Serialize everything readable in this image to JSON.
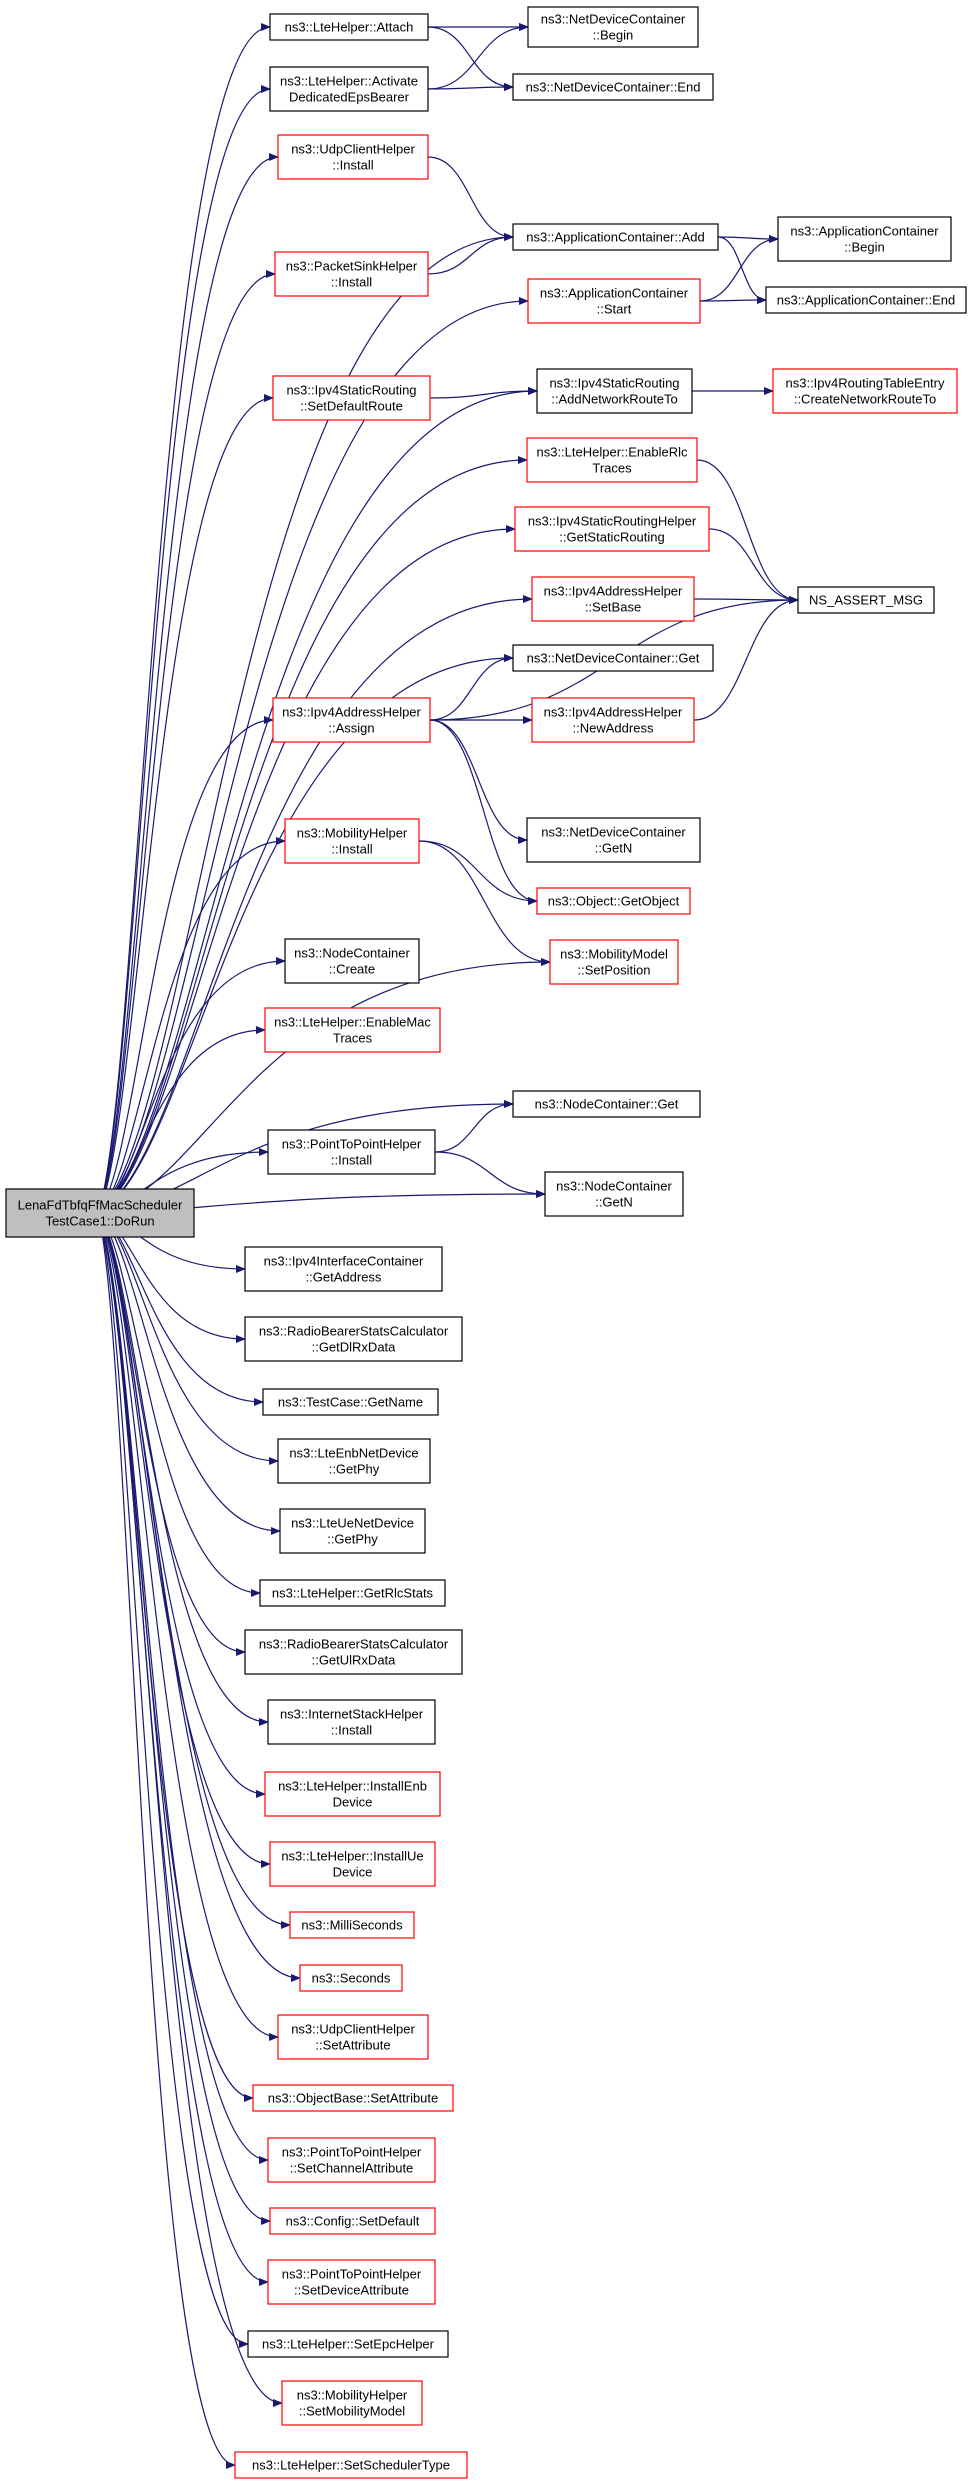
{
  "colors": {
    "edge": "#191970",
    "link_border": "#000000",
    "undoc_border": "#ff0000",
    "root_fill": "#bfbfbf"
  },
  "root": {
    "id": "root",
    "lines": [
      "LenaFdTbfqFfMacScheduler",
      "TestCase1::DoRun"
    ]
  },
  "nodes": [
    {
      "id": "lte_attach",
      "lines": [
        "ns3::LteHelper::Attach"
      ],
      "red": false
    },
    {
      "id": "ndc_begin",
      "lines": [
        "ns3::NetDeviceContainer",
        "::Begin"
      ],
      "red": false
    },
    {
      "id": "ndc_end",
      "lines": [
        "ns3::NetDeviceContainer::End"
      ],
      "red": false
    },
    {
      "id": "lte_activate",
      "lines": [
        "ns3::LteHelper::Activate",
        "DedicatedEpsBearer"
      ],
      "red": false
    },
    {
      "id": "udp_install",
      "lines": [
        "ns3::UdpClientHelper",
        "::Install"
      ],
      "red": true
    },
    {
      "id": "ac_add",
      "lines": [
        "ns3::ApplicationContainer::Add"
      ],
      "red": false
    },
    {
      "id": "ac_begin",
      "lines": [
        "ns3::ApplicationContainer",
        "::Begin"
      ],
      "red": false
    },
    {
      "id": "ps_install",
      "lines": [
        "ns3::PacketSinkHelper",
        "::Install"
      ],
      "red": true
    },
    {
      "id": "ac_start",
      "lines": [
        "ns3::ApplicationContainer",
        "::Start"
      ],
      "red": true
    },
    {
      "id": "ac_end",
      "lines": [
        "ns3::ApplicationContainer::End"
      ],
      "red": false
    },
    {
      "id": "ipv4sr_sdr",
      "lines": [
        "ns3::Ipv4StaticRouting",
        "::SetDefaultRoute"
      ],
      "red": true
    },
    {
      "id": "ipv4sr_anrt",
      "lines": [
        "ns3::Ipv4StaticRouting",
        "::AddNetworkRouteTo"
      ],
      "red": false
    },
    {
      "id": "ipv4rte",
      "lines": [
        "ns3::Ipv4RoutingTableEntry",
        "::CreateNetworkRouteTo"
      ],
      "red": true
    },
    {
      "id": "lte_erlc",
      "lines": [
        "ns3::LteHelper::EnableRlc",
        "Traces"
      ],
      "red": true
    },
    {
      "id": "ipv4srh_gsr",
      "lines": [
        "ns3::Ipv4StaticRoutingHelper",
        "::GetStaticRouting"
      ],
      "red": true
    },
    {
      "id": "ipv4ah_setbase",
      "lines": [
        "ns3::Ipv4AddressHelper",
        "::SetBase"
      ],
      "red": true
    },
    {
      "id": "ns_assert",
      "lines": [
        "NS_ASSERT_MSG"
      ],
      "red": false
    },
    {
      "id": "ndc_get",
      "lines": [
        "ns3::NetDeviceContainer::Get"
      ],
      "red": false
    },
    {
      "id": "ipv4ah_assign",
      "lines": [
        "ns3::Ipv4AddressHelper",
        "::Assign"
      ],
      "red": true
    },
    {
      "id": "ipv4ah_newaddr",
      "lines": [
        "ns3::Ipv4AddressHelper",
        "::NewAddress"
      ],
      "red": true
    },
    {
      "id": "ndc_getn",
      "lines": [
        "ns3::NetDeviceContainer",
        "::GetN"
      ],
      "red": false
    },
    {
      "id": "mob_install",
      "lines": [
        "ns3::MobilityHelper",
        "::Install"
      ],
      "red": true
    },
    {
      "id": "obj_getobject",
      "lines": [
        "ns3::Object::GetObject"
      ],
      "red": true
    },
    {
      "id": "mm_setpos",
      "lines": [
        "ns3::MobilityModel",
        "::SetPosition"
      ],
      "red": true
    },
    {
      "id": "nc_create",
      "lines": [
        "ns3::NodeContainer",
        "::Create"
      ],
      "red": false
    },
    {
      "id": "lte_emac",
      "lines": [
        "ns3::LteHelper::EnableMac",
        "Traces"
      ],
      "red": true
    },
    {
      "id": "nc_get",
      "lines": [
        "ns3::NodeContainer::Get"
      ],
      "red": false
    },
    {
      "id": "p2p_install",
      "lines": [
        "ns3::PointToPointHelper",
        "::Install"
      ],
      "red": false
    },
    {
      "id": "nc_getn",
      "lines": [
        "ns3::NodeContainer",
        "::GetN"
      ],
      "red": false
    },
    {
      "id": "ipv4ic_getaddr",
      "lines": [
        "ns3::Ipv4InterfaceContainer",
        "::GetAddress"
      ],
      "red": false
    },
    {
      "id": "rbsc_getdl",
      "lines": [
        "ns3::RadioBearerStatsCalculator",
        "::GetDlRxData"
      ],
      "red": false
    },
    {
      "id": "tc_getname",
      "lines": [
        "ns3::TestCase::GetName"
      ],
      "red": false
    },
    {
      "id": "enb_getphy",
      "lines": [
        "ns3::LteEnbNetDevice",
        "::GetPhy"
      ],
      "red": false
    },
    {
      "id": "ue_getphy",
      "lines": [
        "ns3::LteUeNetDevice",
        "::GetPhy"
      ],
      "red": false
    },
    {
      "id": "lte_getrlc",
      "lines": [
        "ns3::LteHelper::GetRlcStats"
      ],
      "red": false
    },
    {
      "id": "rbsc_getul",
      "lines": [
        "ns3::RadioBearerStatsCalculator",
        "::GetUlRxData"
      ],
      "red": false
    },
    {
      "id": "ish_install",
      "lines": [
        "ns3::InternetStackHelper",
        "::Install"
      ],
      "red": false
    },
    {
      "id": "lte_installenb",
      "lines": [
        "ns3::LteHelper::InstallEnb",
        "Device"
      ],
      "red": true
    },
    {
      "id": "lte_installue",
      "lines": [
        "ns3::LteHelper::InstallUe",
        "Device"
      ],
      "red": true
    },
    {
      "id": "ms",
      "lines": [
        "ns3::MilliSeconds"
      ],
      "red": true
    },
    {
      "id": "sec",
      "lines": [
        "ns3::Seconds"
      ],
      "red": true
    },
    {
      "id": "udp_setattr",
      "lines": [
        "ns3::UdpClientHelper",
        "::SetAttribute"
      ],
      "red": true
    },
    {
      "id": "ob_setattr",
      "lines": [
        "ns3::ObjectBase::SetAttribute"
      ],
      "red": true
    },
    {
      "id": "p2p_setchan",
      "lines": [
        "ns3::PointToPointHelper",
        "::SetChannelAttribute"
      ],
      "red": true
    },
    {
      "id": "cfg_setdef",
      "lines": [
        "ns3::Config::SetDefault"
      ],
      "red": true
    },
    {
      "id": "p2p_setdev",
      "lines": [
        "ns3::PointToPointHelper",
        "::SetDeviceAttribute"
      ],
      "red": true
    },
    {
      "id": "lte_setepc",
      "lines": [
        "ns3::LteHelper::SetEpcHelper"
      ],
      "red": false
    },
    {
      "id": "mob_setmm",
      "lines": [
        "ns3::MobilityHelper",
        "::SetMobilityModel"
      ],
      "red": true
    },
    {
      "id": "lte_setsched",
      "lines": [
        "ns3::LteHelper::SetSchedulerType"
      ],
      "red": true
    }
  ],
  "edges": [
    [
      "root",
      "lte_attach"
    ],
    [
      "root",
      "lte_activate"
    ],
    [
      "root",
      "udp_install"
    ],
    [
      "root",
      "ac_add"
    ],
    [
      "root",
      "ps_install"
    ],
    [
      "root",
      "ac_start"
    ],
    [
      "root",
      "ipv4sr_sdr"
    ],
    [
      "root",
      "ipv4sr_anrt"
    ],
    [
      "root",
      "lte_erlc"
    ],
    [
      "root",
      "ipv4srh_gsr"
    ],
    [
      "root",
      "ipv4ah_setbase"
    ],
    [
      "root",
      "ndc_get"
    ],
    [
      "root",
      "ipv4ah_assign"
    ],
    [
      "root",
      "mob_install"
    ],
    [
      "root",
      "mm_setpos"
    ],
    [
      "root",
      "nc_create"
    ],
    [
      "root",
      "lte_emac"
    ],
    [
      "root",
      "nc_get"
    ],
    [
      "root",
      "p2p_install"
    ],
    [
      "root",
      "nc_getn"
    ],
    [
      "root",
      "ipv4ic_getaddr"
    ],
    [
      "root",
      "rbsc_getdl"
    ],
    [
      "root",
      "tc_getname"
    ],
    [
      "root",
      "enb_getphy"
    ],
    [
      "root",
      "ue_getphy"
    ],
    [
      "root",
      "lte_getrlc"
    ],
    [
      "root",
      "rbsc_getul"
    ],
    [
      "root",
      "ish_install"
    ],
    [
      "root",
      "lte_installenb"
    ],
    [
      "root",
      "lte_installue"
    ],
    [
      "root",
      "ms"
    ],
    [
      "root",
      "sec"
    ],
    [
      "root",
      "udp_setattr"
    ],
    [
      "root",
      "ob_setattr"
    ],
    [
      "root",
      "p2p_setchan"
    ],
    [
      "root",
      "cfg_setdef"
    ],
    [
      "root",
      "p2p_setdev"
    ],
    [
      "root",
      "lte_setepc"
    ],
    [
      "root",
      "mob_setmm"
    ],
    [
      "root",
      "lte_setsched"
    ],
    [
      "lte_attach",
      "ndc_begin"
    ],
    [
      "lte_attach",
      "ndc_end"
    ],
    [
      "lte_activate",
      "ndc_begin"
    ],
    [
      "lte_activate",
      "ndc_end"
    ],
    [
      "udp_install",
      "ac_add"
    ],
    [
      "ps_install",
      "ac_add"
    ],
    [
      "ac_add",
      "ac_begin"
    ],
    [
      "ac_add",
      "ac_end"
    ],
    [
      "ac_start",
      "ac_begin"
    ],
    [
      "ac_start",
      "ac_end"
    ],
    [
      "ipv4sr_sdr",
      "ipv4sr_anrt"
    ],
    [
      "ipv4sr_anrt",
      "ipv4rte"
    ],
    [
      "lte_erlc",
      "ns_assert"
    ],
    [
      "ipv4srh_gsr",
      "ns_assert"
    ],
    [
      "ipv4ah_setbase",
      "ns_assert"
    ],
    [
      "ipv4ah_assign",
      "ndc_get"
    ],
    [
      "ipv4ah_assign",
      "ipv4ah_newaddr"
    ],
    [
      "ipv4ah_assign",
      "ns_assert"
    ],
    [
      "ipv4ah_assign",
      "ndc_getn"
    ],
    [
      "ipv4ah_assign",
      "obj_getobject"
    ],
    [
      "ipv4ah_newaddr",
      "ns_assert"
    ],
    [
      "mob_install",
      "obj_getobject"
    ],
    [
      "mob_install",
      "mm_setpos"
    ],
    [
      "p2p_install",
      "nc_get"
    ],
    [
      "p2p_install",
      "nc_getn"
    ]
  ]
}
